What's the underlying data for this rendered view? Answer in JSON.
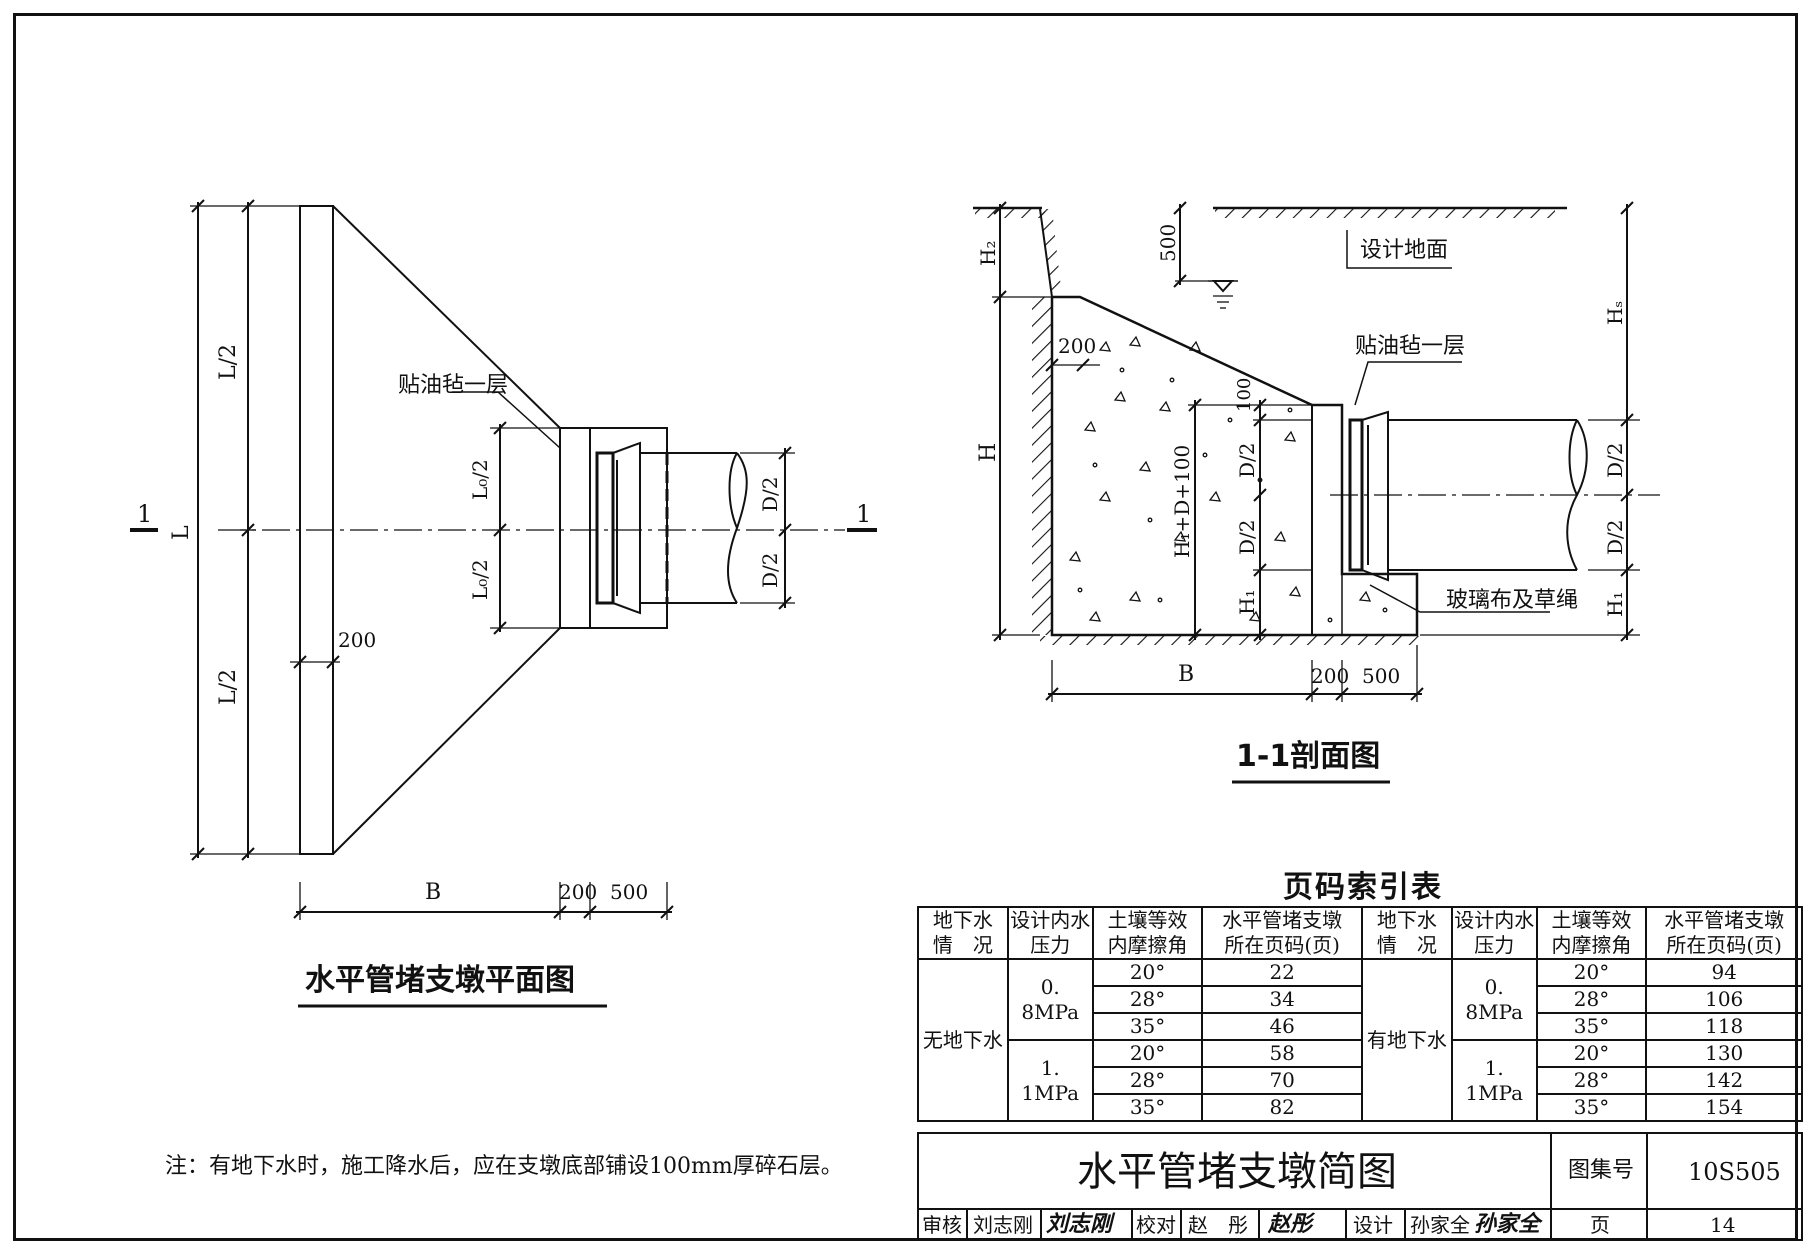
{
  "plan_view": {
    "title": "水平管堵支墩平面图",
    "label_L": "L",
    "label_L2_top": "L/2",
    "label_L2_bottom": "L/2",
    "label_L0_top": "L₀/2",
    "label_L0_bottom": "L₀/2",
    "label_D2_top": "D/2",
    "label_D2_bottom": "D/2",
    "label_200_wall": "200",
    "label_B": "B",
    "label_200_bottom": "200",
    "label_500_bottom": "500",
    "callout_felt": "贴油毡一层",
    "section_mark_left": "1",
    "section_mark_right": "1"
  },
  "section_view": {
    "title": "1-1剖面图",
    "label_H2": "H₂",
    "label_H": "H",
    "label_Hs": "Hₛ",
    "label_500_top": "500",
    "label_200_top": "200",
    "label_100": "100",
    "label_H1_D_100": "H₁+D+100",
    "label_D2_inner_top": "D/2",
    "label_D2_inner_bottom": "D/2",
    "label_H1_inner": "H₁",
    "label_D2_right_top": "D/2",
    "label_D2_right_bottom": "D/2",
    "label_H1_right": "H₁",
    "label_B": "B",
    "label_200_bottom": "200",
    "label_500_bottom": "500",
    "callout_ground": "设计地面",
    "callout_felt": "贴油毡一层",
    "callout_glass": "玻璃布及草绳"
  },
  "note": "注：有地下水时，施工降水后，应在支墩底部铺设100mm厚碎石层。",
  "index_table": {
    "title": "页码索引表",
    "headers": {
      "groundwater": [
        "地下水",
        "情　况"
      ],
      "pressure": [
        "设计内水",
        "压力"
      ],
      "angle": [
        "土壤等效",
        "内摩擦角"
      ],
      "page": [
        "水平管堵支墩",
        "所在页码(页)"
      ]
    },
    "left_group": {
      "condition": "无地下水",
      "pressures": [
        "0. 8MPa",
        "1. 1MPa"
      ],
      "rows": [
        {
          "angle": "20°",
          "page": "22"
        },
        {
          "angle": "28°",
          "page": "34"
        },
        {
          "angle": "35°",
          "page": "46"
        },
        {
          "angle": "20°",
          "page": "58"
        },
        {
          "angle": "28°",
          "page": "70"
        },
        {
          "angle": "35°",
          "page": "82"
        }
      ]
    },
    "right_group": {
      "condition": "有地下水",
      "pressures": [
        "0. 8MPa",
        "1. 1MPa"
      ],
      "rows": [
        {
          "angle": "20°",
          "page": "94"
        },
        {
          "angle": "28°",
          "page": "106"
        },
        {
          "angle": "35°",
          "page": "118"
        },
        {
          "angle": "20°",
          "page": "130"
        },
        {
          "angle": "28°",
          "page": "142"
        },
        {
          "angle": "35°",
          "page": "154"
        }
      ]
    }
  },
  "title_block": {
    "drawing_title": "水平管堵支墩简图",
    "atlas_label": "图集号",
    "atlas_no": "10S505",
    "review_label": "审核",
    "reviewer": "刘志刚",
    "reviewer_sign": "刘志刚",
    "check_label": "校对",
    "checker": "赵　彤",
    "checker_sign": "赵彤",
    "design_label": "设计",
    "designer": "孙家全",
    "designer_sign": "孙家全",
    "page_label": "页",
    "page_no": "14"
  }
}
